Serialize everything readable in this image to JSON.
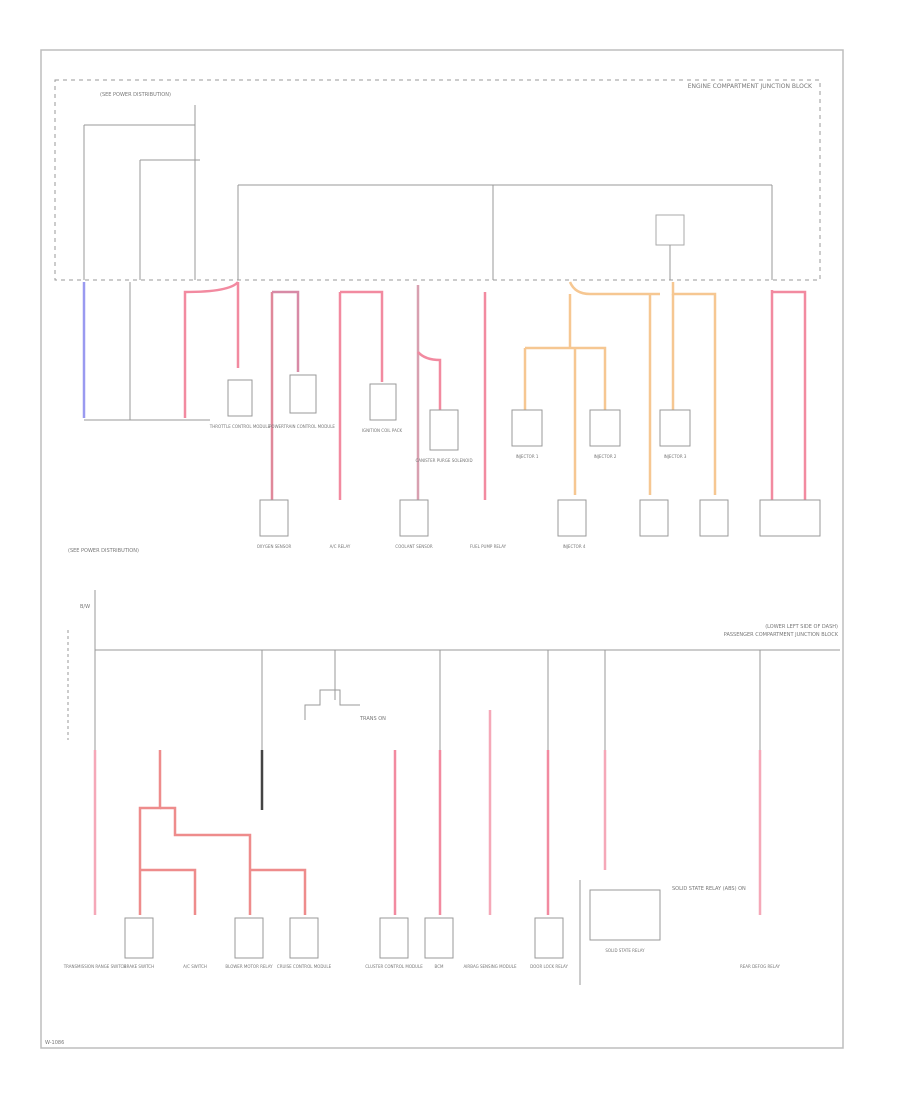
{
  "diagram": {
    "top_box_title": "ENGINE COMPARTMENT JUNCTION BLOCK",
    "bottom_box_title": "PASSENGER COMPARTMENT JUNCTION BLOCK",
    "bottom_box_subtitle": "(LOWER LEFT SIDE OF DASH)",
    "footer_code": "W-1086",
    "top_header": "(SEE POWER DISTRIBUTION)",
    "lower_header": "(SEE POWER DISTRIBUTION)",
    "mid_left": "B/W",
    "right_note": "SOLID STATE RELAY (ABS) ON",
    "mid_note": "TRANS ON"
  },
  "colors": {
    "red_wire": "#f28aa0",
    "orange_wire": "#f6c792",
    "blue_wire": "#9a9af0",
    "black_wire": "#444444",
    "frame": "#bdbdbd",
    "thin": "#999999"
  },
  "top_components": [
    {
      "id": "t1",
      "label": "THROTTLE CONTROL MODULE"
    },
    {
      "id": "t2",
      "label": "POWERTRAIN CONTROL MODULE"
    },
    {
      "id": "t3",
      "label": "IGNITION COIL PACK"
    },
    {
      "id": "t4",
      "label": "CANISTER PURGE SOLENOID"
    },
    {
      "id": "t5",
      "label": "INJECTOR 1"
    },
    {
      "id": "t6",
      "label": "INJECTOR 2"
    },
    {
      "id": "t7",
      "label": "INJECTOR 3"
    },
    {
      "id": "t8",
      "label": "INJECTOR 4"
    },
    {
      "id": "t9",
      "label": "OXYGEN SENSOR"
    },
    {
      "id": "t10",
      "label": "A/C RELAY"
    },
    {
      "id": "t11",
      "label": "COOLANT SENSOR"
    },
    {
      "id": "t12",
      "label": "FUEL PUMP RELAY"
    }
  ],
  "bottom_components": [
    {
      "id": "b1",
      "label": "TRANSMISSION RANGE SWITCH"
    },
    {
      "id": "b2",
      "label": "BRAKE SWITCH"
    },
    {
      "id": "b3",
      "label": "A/C SWITCH"
    },
    {
      "id": "b4",
      "label": "BLOWER MOTOR RELAY"
    },
    {
      "id": "b5",
      "label": "CRUISE CONTROL MODULE"
    },
    {
      "id": "b6",
      "label": "CLUSTER CONTROL MODULE"
    },
    {
      "id": "b7",
      "label": "BCM"
    },
    {
      "id": "b8",
      "label": "AIRBAG SENSING MODULE"
    },
    {
      "id": "b9",
      "label": "DOOR LOCK RELAY"
    },
    {
      "id": "b10",
      "label": "SOLID STATE RELAY"
    },
    {
      "id": "b11",
      "label": "REAR DEFOG RELAY"
    }
  ]
}
